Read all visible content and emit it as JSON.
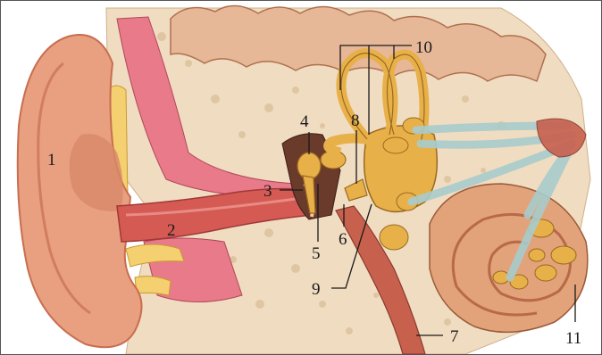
{
  "figure": {
    "labels": [
      "1",
      "2",
      "3",
      "4",
      "5",
      "6",
      "7",
      "8",
      "9",
      "10",
      "11"
    ]
  },
  "colors": {
    "bone": "#f0dcc0",
    "bone_pore": "#d9bd96",
    "skin": "#e8a080",
    "skin_dark": "#c86e50",
    "canal": "#d55a54",
    "muscle": "#e87a8a",
    "cartilage": "#f4d070",
    "ossicle": "#e8b048",
    "nerve": "#a8cccc",
    "cochlea": "#e2a27a",
    "dark": "#6a3a2a"
  }
}
